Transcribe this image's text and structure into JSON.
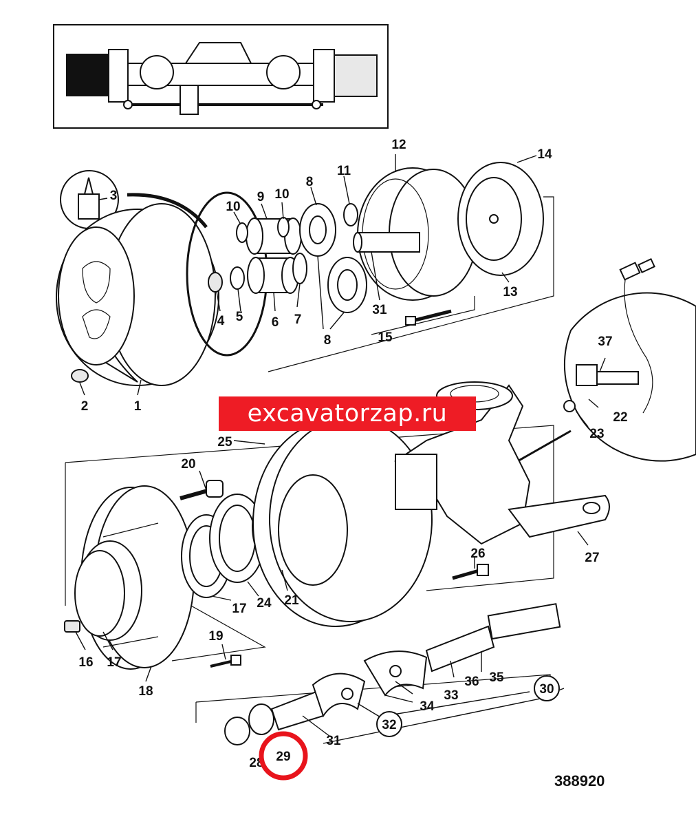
{
  "watermark": "excavatorzap.ru",
  "figure_id": "388920",
  "labels": {
    "l1": "1",
    "l2": "2",
    "l3": "3",
    "l4": "4",
    "l5": "5",
    "l6": "6",
    "l7": "7",
    "l8a": "8",
    "l8b": "8",
    "l9": "9",
    "l10a": "10",
    "l10b": "10",
    "l11": "11",
    "l12": "12",
    "l13": "13",
    "l14": "14",
    "l15": "15",
    "l16": "16",
    "l17a": "17",
    "l17b": "17",
    "l18": "18",
    "l19": "19",
    "l20": "20",
    "l21": "21",
    "l22": "22",
    "l23": "23",
    "l24": "24",
    "l25": "25",
    "l26": "26",
    "l27": "27",
    "l28": "28",
    "l29": "29",
    "l30": "30",
    "l31a": "31",
    "l31b": "31",
    "l32": "32",
    "l33": "33",
    "l34": "34",
    "l35": "35",
    "l36": "36",
    "l37": "37"
  },
  "highlight_color": "#e8141c",
  "watermark_color": "#ee1c25"
}
